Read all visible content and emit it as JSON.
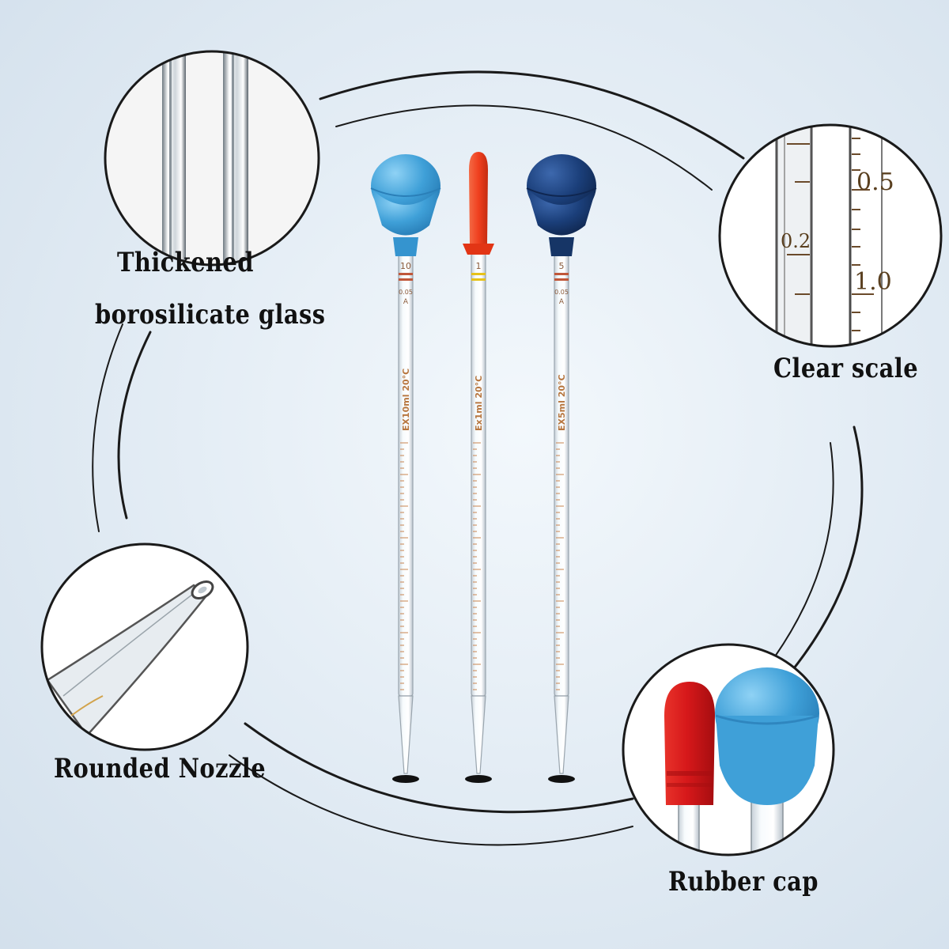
{
  "labels": {
    "glass_line1": "Thickened",
    "glass_line2": "borosilicate glass",
    "clear_scale": "Clear scale",
    "rounded_nozzle": "Rounded Nozzle",
    "rubber_cap": "Rubber cap"
  },
  "scale_zoom_numbers": {
    "upper_right": "0.5",
    "middle_left": "0.2",
    "lower_right": "1.0"
  },
  "pipettes": [
    {
      "bulb_color": "#4aa6dc",
      "bulb_name": "light-blue-bulb",
      "mark_color": "#c0573a",
      "top_number": "10",
      "small_text": "0.05",
      "class_letter": "A",
      "body_text": "EX10ml 20°C"
    },
    {
      "bulb_color": "#f0401f",
      "bulb_name": "red-bulb",
      "mark_color": "#e6c21a",
      "top_number": "1",
      "small_text": "",
      "class_letter": "",
      "body_text": "Ex1ml 20°C"
    },
    {
      "bulb_color": "#1b3f7a",
      "bulb_name": "navy-bulb",
      "mark_color": "#c0573a",
      "top_number": "5",
      "small_text": "0.05",
      "class_letter": "A",
      "body_text": "EX5ml 20°C"
    }
  ],
  "colors": {
    "background_center": "#f3f8fc",
    "label_text": "#111111",
    "graduation": "#c9854f"
  }
}
